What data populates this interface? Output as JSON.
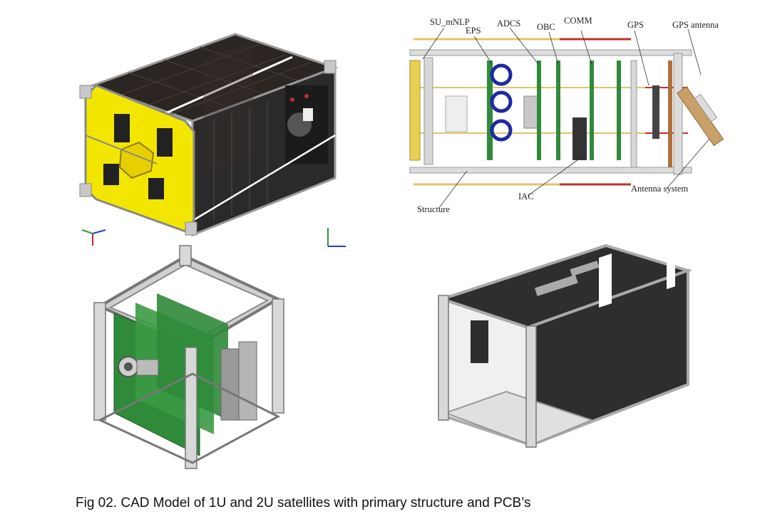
{
  "diagram": {
    "labels": {
      "su_mnlp": "SU_mNLP",
      "eps": "EPS",
      "adcs": "ADCS",
      "obc": "OBC",
      "comm": "COMM",
      "gps": "GPS",
      "gps_antenna": "GPS antenna",
      "structure": "Structure",
      "iac": "IAC",
      "antenna_system": "Antenna system"
    }
  },
  "caption": "Fig 02. CAD Model of 1U and 2U satellites with primary structure and PCB’s",
  "colors": {
    "solar_panel": "#2b2622",
    "yellow_face": "#f2e600",
    "frame": "#b8b8b8",
    "pcb_green": "#2f8a3a",
    "dark_panel": "#2e2e2e",
    "rod_yellow": "#e0c36a",
    "rod_red": "#c0302a",
    "coil_blue": "#1e2aa0"
  }
}
